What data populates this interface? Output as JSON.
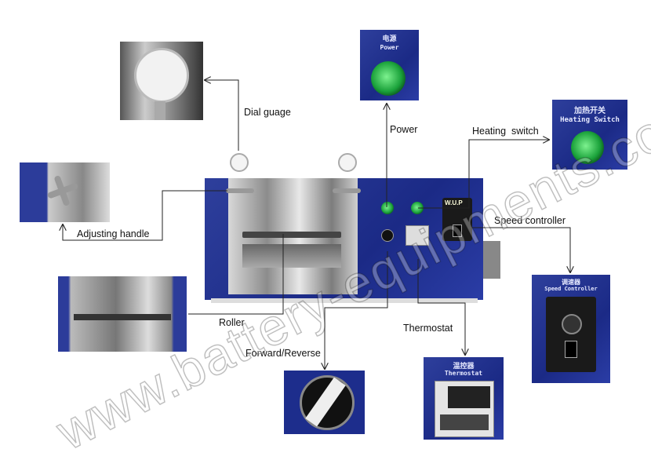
{
  "labels": {
    "dial_gauge": "Dial guage",
    "power": "Power",
    "heating_switch": "Heating  switch",
    "speed_controller": "Speed controller",
    "adjusting_handle": "Adjusting handle",
    "roller": "Roller",
    "forward_reverse": "Forward/Reverse",
    "thermostat": "Thermostat"
  },
  "photo_captions": {
    "power_cn": "电源",
    "power_en": "Power",
    "heating_cn": "加热开关",
    "heating_en": "Heating Switch",
    "speed_cn": "调速器",
    "speed_en": "Speed Controller",
    "thermo_cn": "温控器",
    "thermo_en": "Thermostat",
    "wup": "W.U.P"
  },
  "watermark": "www.battery-equipments.com",
  "colors": {
    "panel_blue": "#1f2f96",
    "lamp_green": "#1aa13a",
    "line": "#222222"
  }
}
